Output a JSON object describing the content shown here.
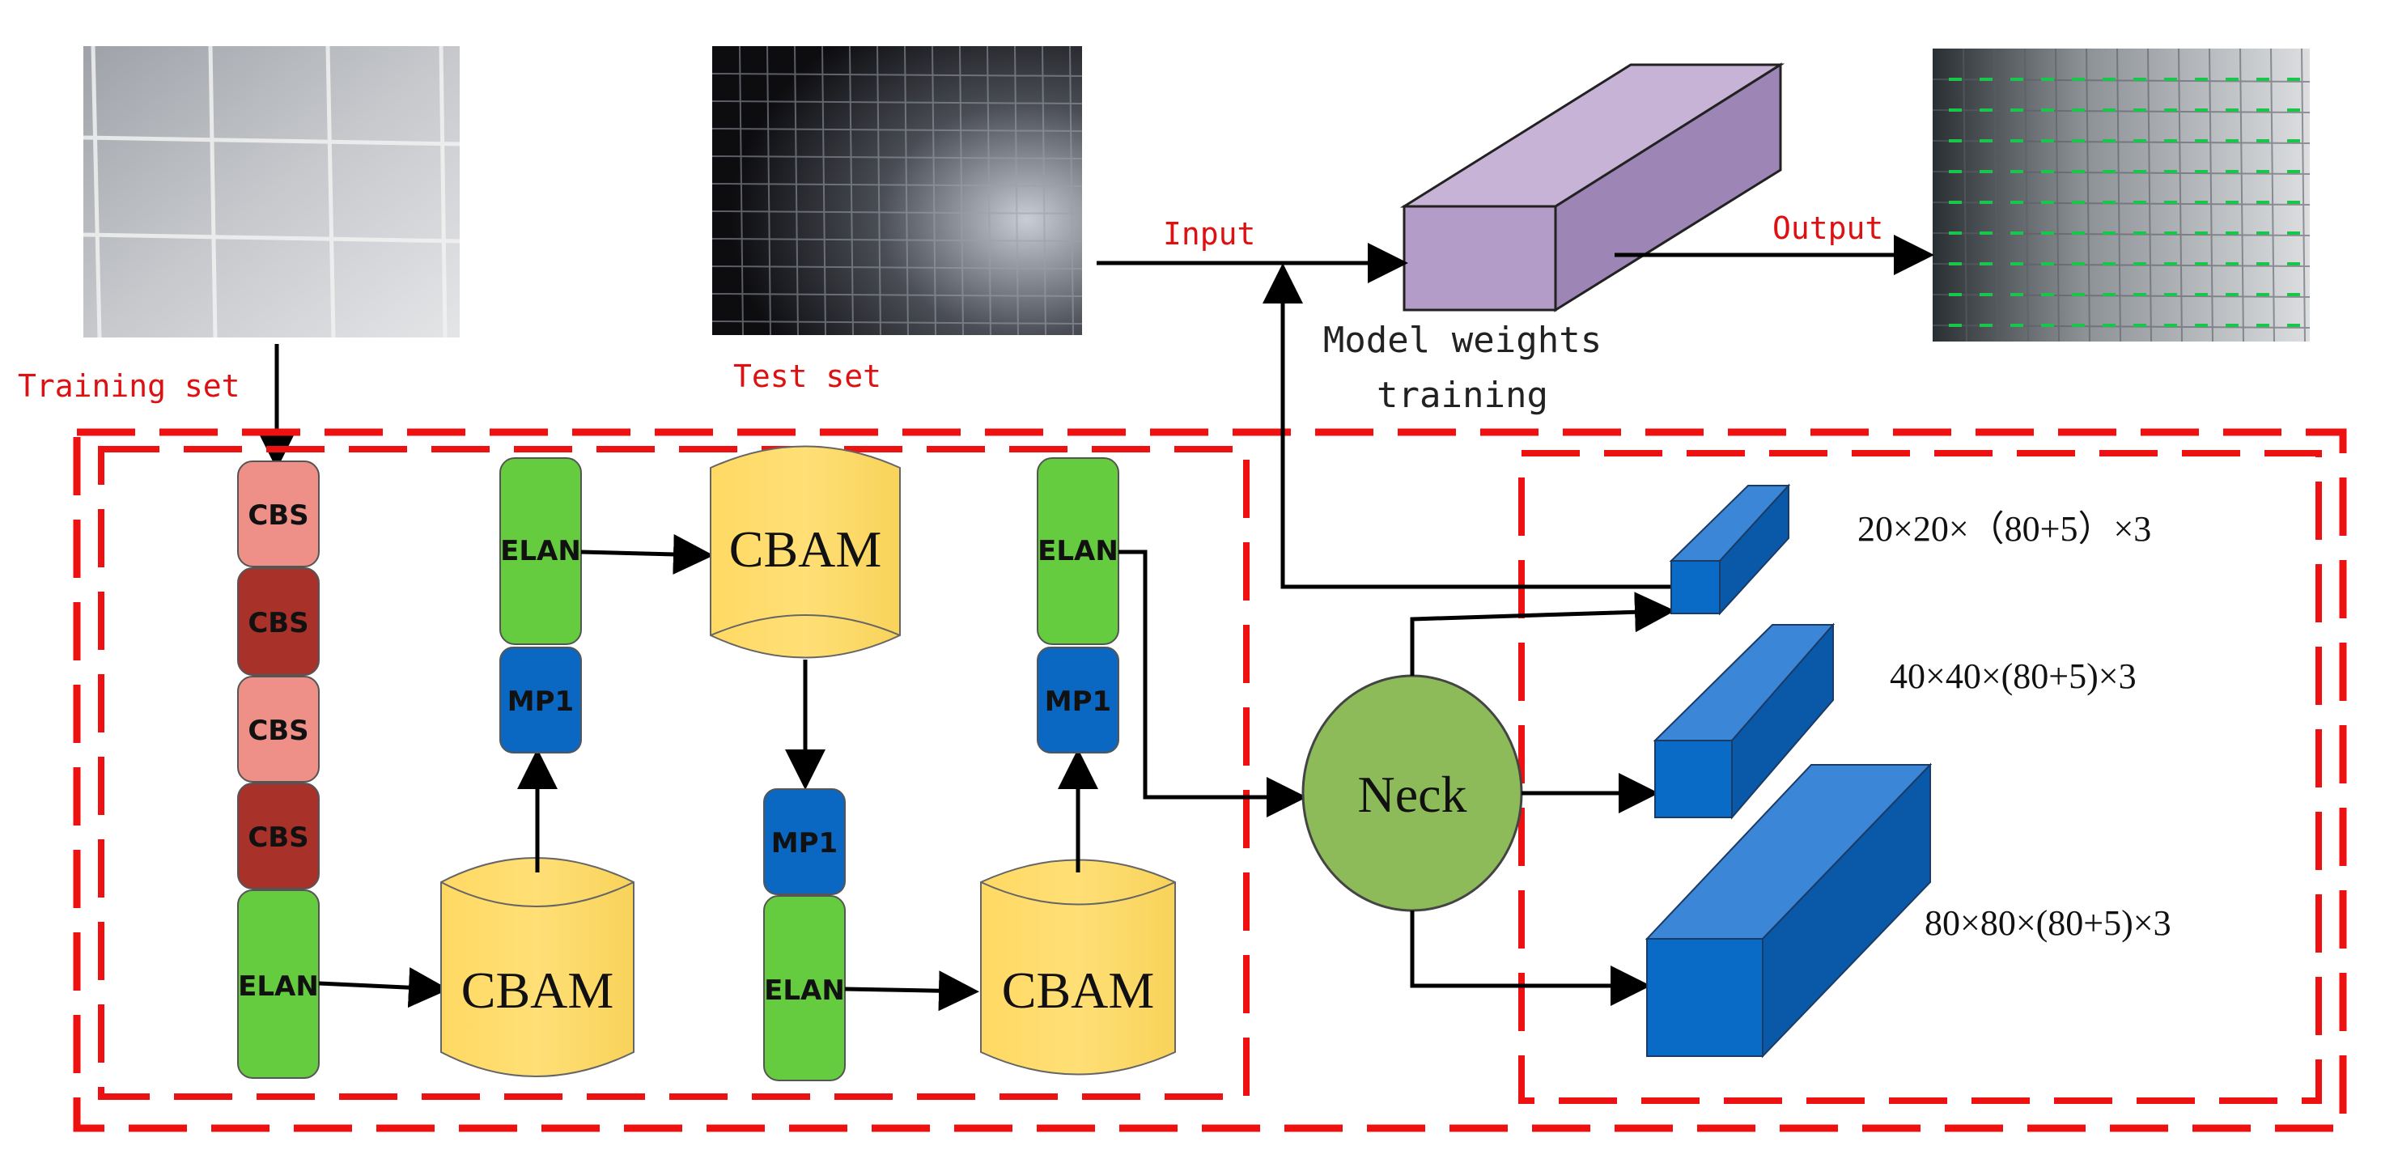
{
  "images": {
    "training": {
      "label": "Training set"
    },
    "test": {
      "label": "Test set"
    }
  },
  "flow": {
    "input_label": "Input",
    "output_label": "Output",
    "model_label_line1": "Model weights",
    "model_label_line2": "training"
  },
  "backbone": {
    "cbs": [
      "CBS",
      "CBS",
      "CBS",
      "CBS"
    ],
    "elan": "ELAN",
    "mp1": "MP1",
    "cbam": "CBAM"
  },
  "neck": {
    "label": "Neck"
  },
  "heads": [
    {
      "label": "20×20×（80+5）×3"
    },
    {
      "label": "40×40×(80+5)×3"
    },
    {
      "label": "80×80×(80+5)×3"
    }
  ],
  "colors": {
    "dash_red": "#ee1111",
    "label_red": "#dd1111",
    "cbs_light": "#ee9088",
    "cbs_dark": "#a8312a",
    "elan_green": "#66cc3f",
    "mp1_blue": "#0a67c2",
    "cbam_yellow": "#fedb62",
    "neck_green": "#8dbb5a",
    "head_blue": "#0a6bc7",
    "model_purple": "#b39cc8"
  }
}
